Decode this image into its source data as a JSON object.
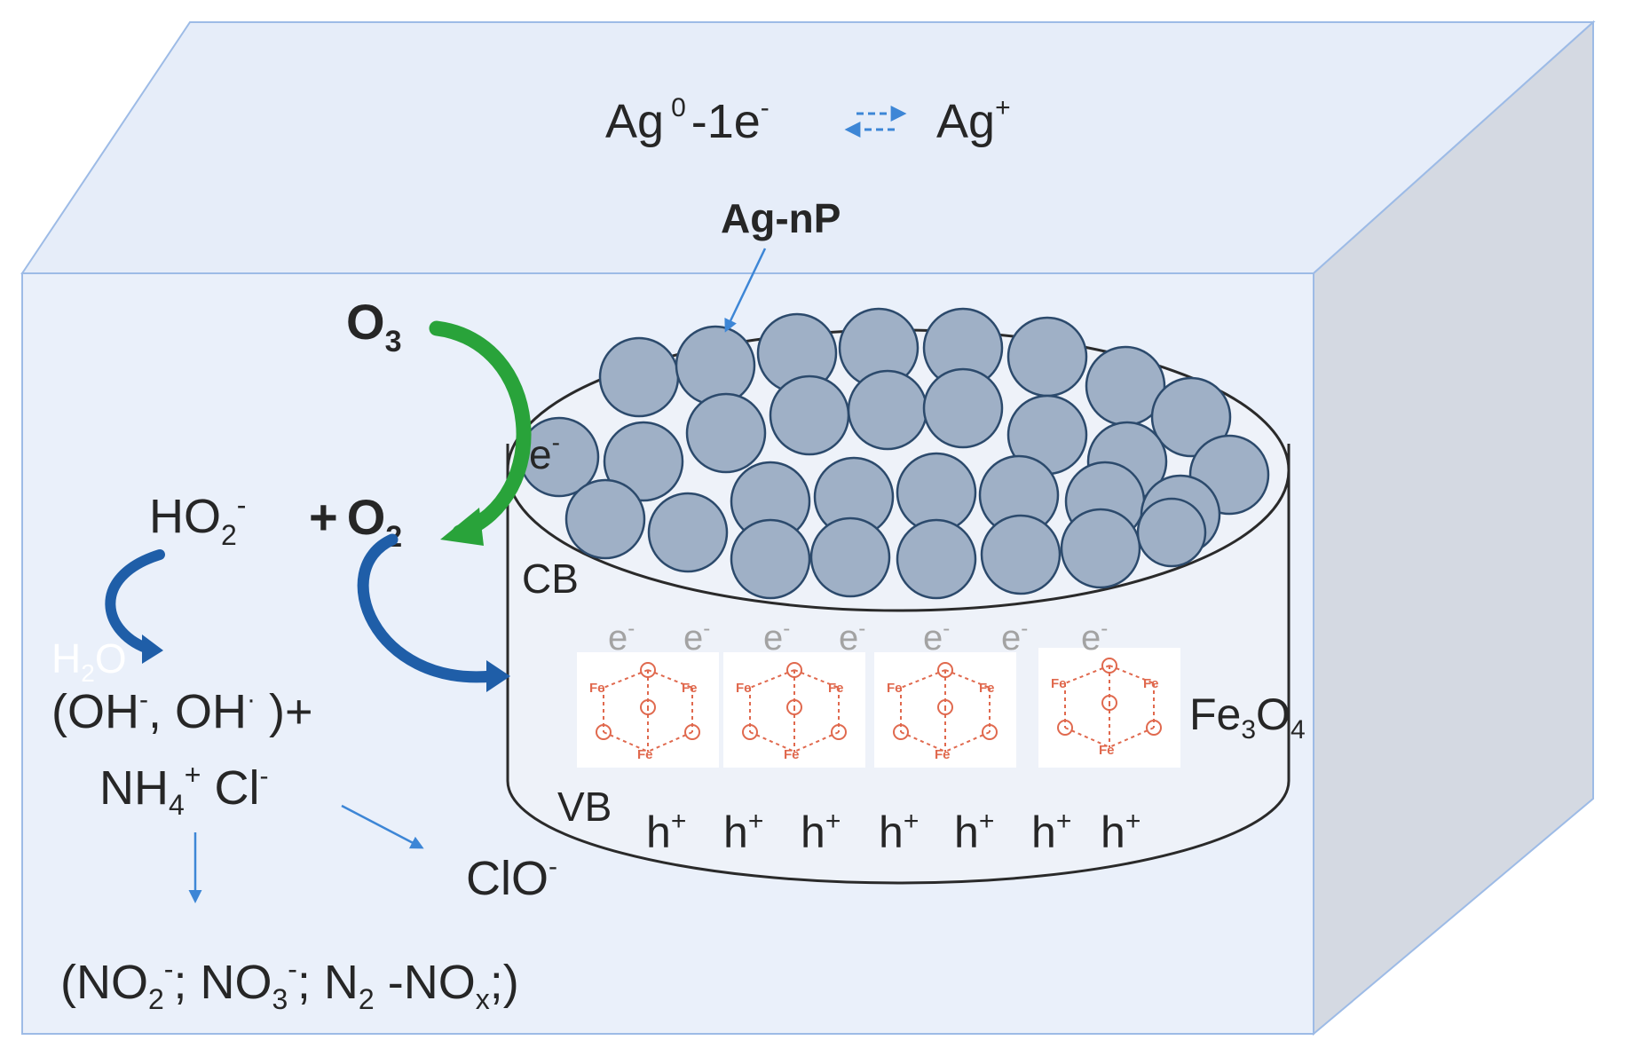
{
  "diagram": {
    "ag_equilibrium": {
      "left": "Ag",
      "left_sup": "0",
      "middle": "-1e",
      "middle_sup": "-",
      "right": "Ag",
      "right_sup": "+"
    },
    "ag_np_label": "Ag-nP",
    "o3": {
      "base": "O",
      "sub": "3"
    },
    "e_surface": {
      "base": "e",
      "sup": "-"
    },
    "ho2": {
      "base": "HO",
      "sub": "2",
      "sup": "-"
    },
    "plus_o2": {
      "plus": "+",
      "base": "O",
      "sub": "2"
    },
    "h2o": {
      "base": "H",
      "sub": "2",
      "tail": "O"
    },
    "oh_radicals": {
      "open": "(OH",
      "sup1": "-",
      "mid": ", OH",
      "sup2": "·",
      "close": " )+"
    },
    "nh4_cl": {
      "base": "NH",
      "sub": "4",
      "sup": "+",
      "cl": " Cl",
      "cl_sup": "-"
    },
    "clo": {
      "base": "ClO",
      "sup": "-"
    },
    "products": {
      "open": "(NO",
      "sub1": "2",
      "sup1": "-",
      "sep1": "; NO",
      "sub2": "3",
      "sup2": "-",
      "sep2": "; N",
      "sub3": "2",
      "sep3": " -NO",
      "sub4": "x",
      "close": ";)"
    },
    "cb_label": "CB",
    "vb_label": "VB",
    "electrons": [
      "e",
      "e",
      "e",
      "e",
      "e",
      "e",
      "e"
    ],
    "electron_sup": "-",
    "holes": [
      "h",
      "h",
      "h",
      "h",
      "h",
      "h",
      "h"
    ],
    "hole_sup": "+",
    "fe3o4": {
      "base": "Fe",
      "sub": "3",
      "mid": "O",
      "sub2": "4"
    },
    "lattice_atoms": {
      "fe": "Fe",
      "o": "O"
    }
  },
  "colors": {
    "box_front": "#eaf0fa",
    "box_top": "#e6edf9",
    "box_side": "#d4d9e2",
    "box_edge": "#9dbbe6",
    "nanoparticle": "#9fb0c6",
    "nanoparticle_edge": "#2c4a6c",
    "green_arrow": "#29a33a",
    "blue_arrow": "#1f5ea8",
    "thin_arrow": "#3d86d6",
    "lattice": "#e0694e",
    "electron_text": "#a3a3a3"
  }
}
